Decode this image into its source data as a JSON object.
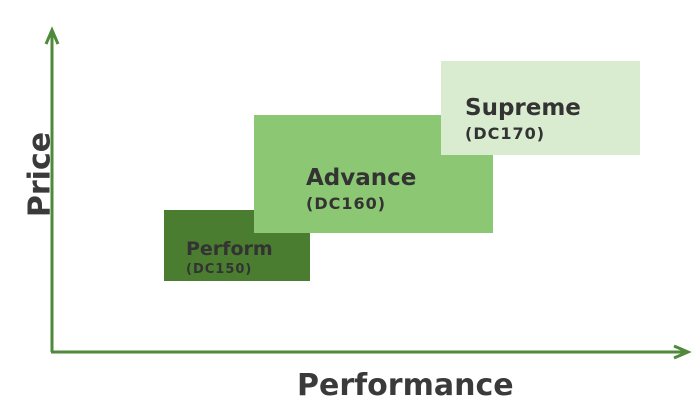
{
  "axes": {
    "x_label": "Performance",
    "y_label": "Price"
  },
  "tiers": [
    {
      "name": "Perform",
      "code": "(DC150)",
      "color": "#4a7d2f"
    },
    {
      "name": "Advance",
      "code": "(DC160)",
      "color": "#8cc873"
    },
    {
      "name": "Supreme",
      "code": "(DC170)",
      "color": "#d9ecd0"
    }
  ],
  "colors": {
    "axis": "#4e8a3a",
    "text": "#333333"
  }
}
